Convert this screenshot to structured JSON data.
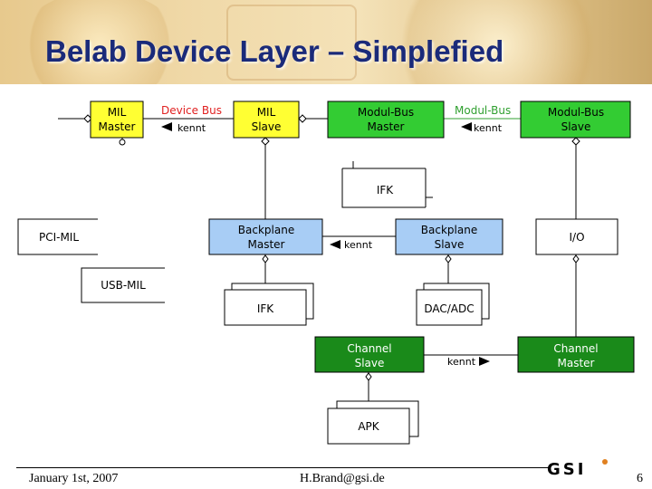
{
  "title": "Belab Device Layer – Simplefied",
  "boxes": {
    "mil_master": [
      "MIL",
      "Master"
    ],
    "mil_slave": [
      "MIL",
      "Slave"
    ],
    "modul_bus_master": [
      "Modul-Bus",
      "Master"
    ],
    "modul_bus_slave": [
      "Modul-Bus",
      "Slave"
    ],
    "ifk_top": [
      "IFK"
    ],
    "pci_mil": [
      "PCI-MIL"
    ],
    "usb_mil": [
      "USB-MIL"
    ],
    "backplane_master": [
      "Backplane",
      "Master"
    ],
    "backplane_slave": [
      "Backplane",
      "Slave"
    ],
    "io": [
      "I/O"
    ],
    "ifk_bottom": [
      "IFK"
    ],
    "dac_adc": [
      "DAC/ADC"
    ],
    "channel_slave": [
      "Channel",
      "Slave"
    ],
    "channel_master": [
      "Channel",
      "Master"
    ],
    "apk": [
      "APK"
    ]
  },
  "connectors": {
    "device_bus": "Device Bus",
    "modul_bus": "Modul-Bus",
    "kennt": "kennt"
  },
  "footer": {
    "date": "January 1st, 2007",
    "email": "H.Brand@gsi.de",
    "page": "6",
    "logo": "GSI"
  },
  "colors": {
    "yellow": "#ffff33",
    "green": "#33cc33",
    "dark_green": "#1a8a1a",
    "blue": "#a8cdf5",
    "red_text": "#e02020",
    "green_text": "#30a030",
    "title": "#1a2a7a"
  }
}
